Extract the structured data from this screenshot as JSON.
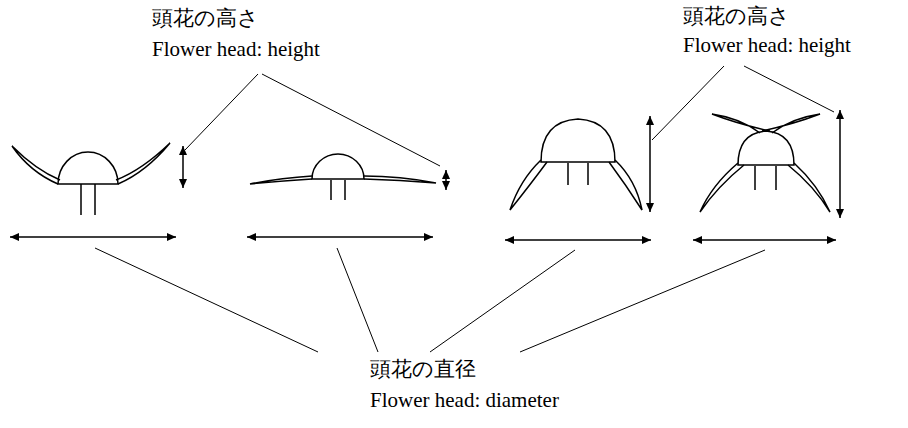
{
  "diagram": {
    "labels": [
      "頭花の高さ",
      "Flower head: height",
      "頭花の高さ",
      "Flower head: height",
      "頭花の直径",
      "Flower head: diameter"
    ]
  }
}
